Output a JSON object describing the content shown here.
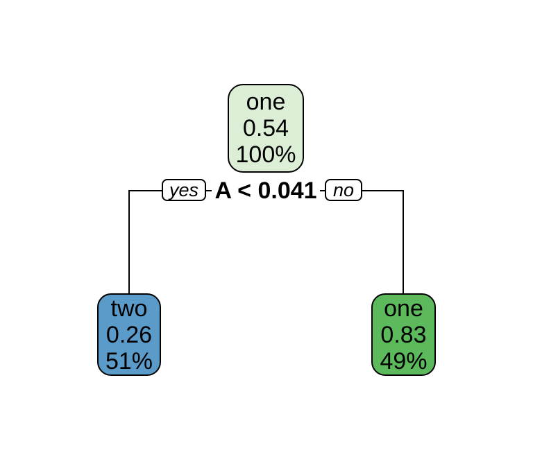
{
  "figure": {
    "type": "decision-tree-plot",
    "background": "#ffffff"
  },
  "tree": {
    "split": {
      "condition": "A < 0.041",
      "yes_label": "yes",
      "no_label": "no"
    },
    "root": {
      "class": "one",
      "prob": "0.54",
      "coverage": "100%",
      "fill": "#ddeed6"
    },
    "left_leaf": {
      "class": "two",
      "prob": "0.26",
      "coverage": "51%",
      "fill": "#5b9bc9"
    },
    "right_leaf": {
      "class": "one",
      "prob": "0.83",
      "coverage": "49%",
      "fill": "#5cb95c"
    }
  },
  "colors": {
    "line": "#000000",
    "border": "#000000",
    "text": "#000000",
    "label_background": "#ffffff"
  }
}
